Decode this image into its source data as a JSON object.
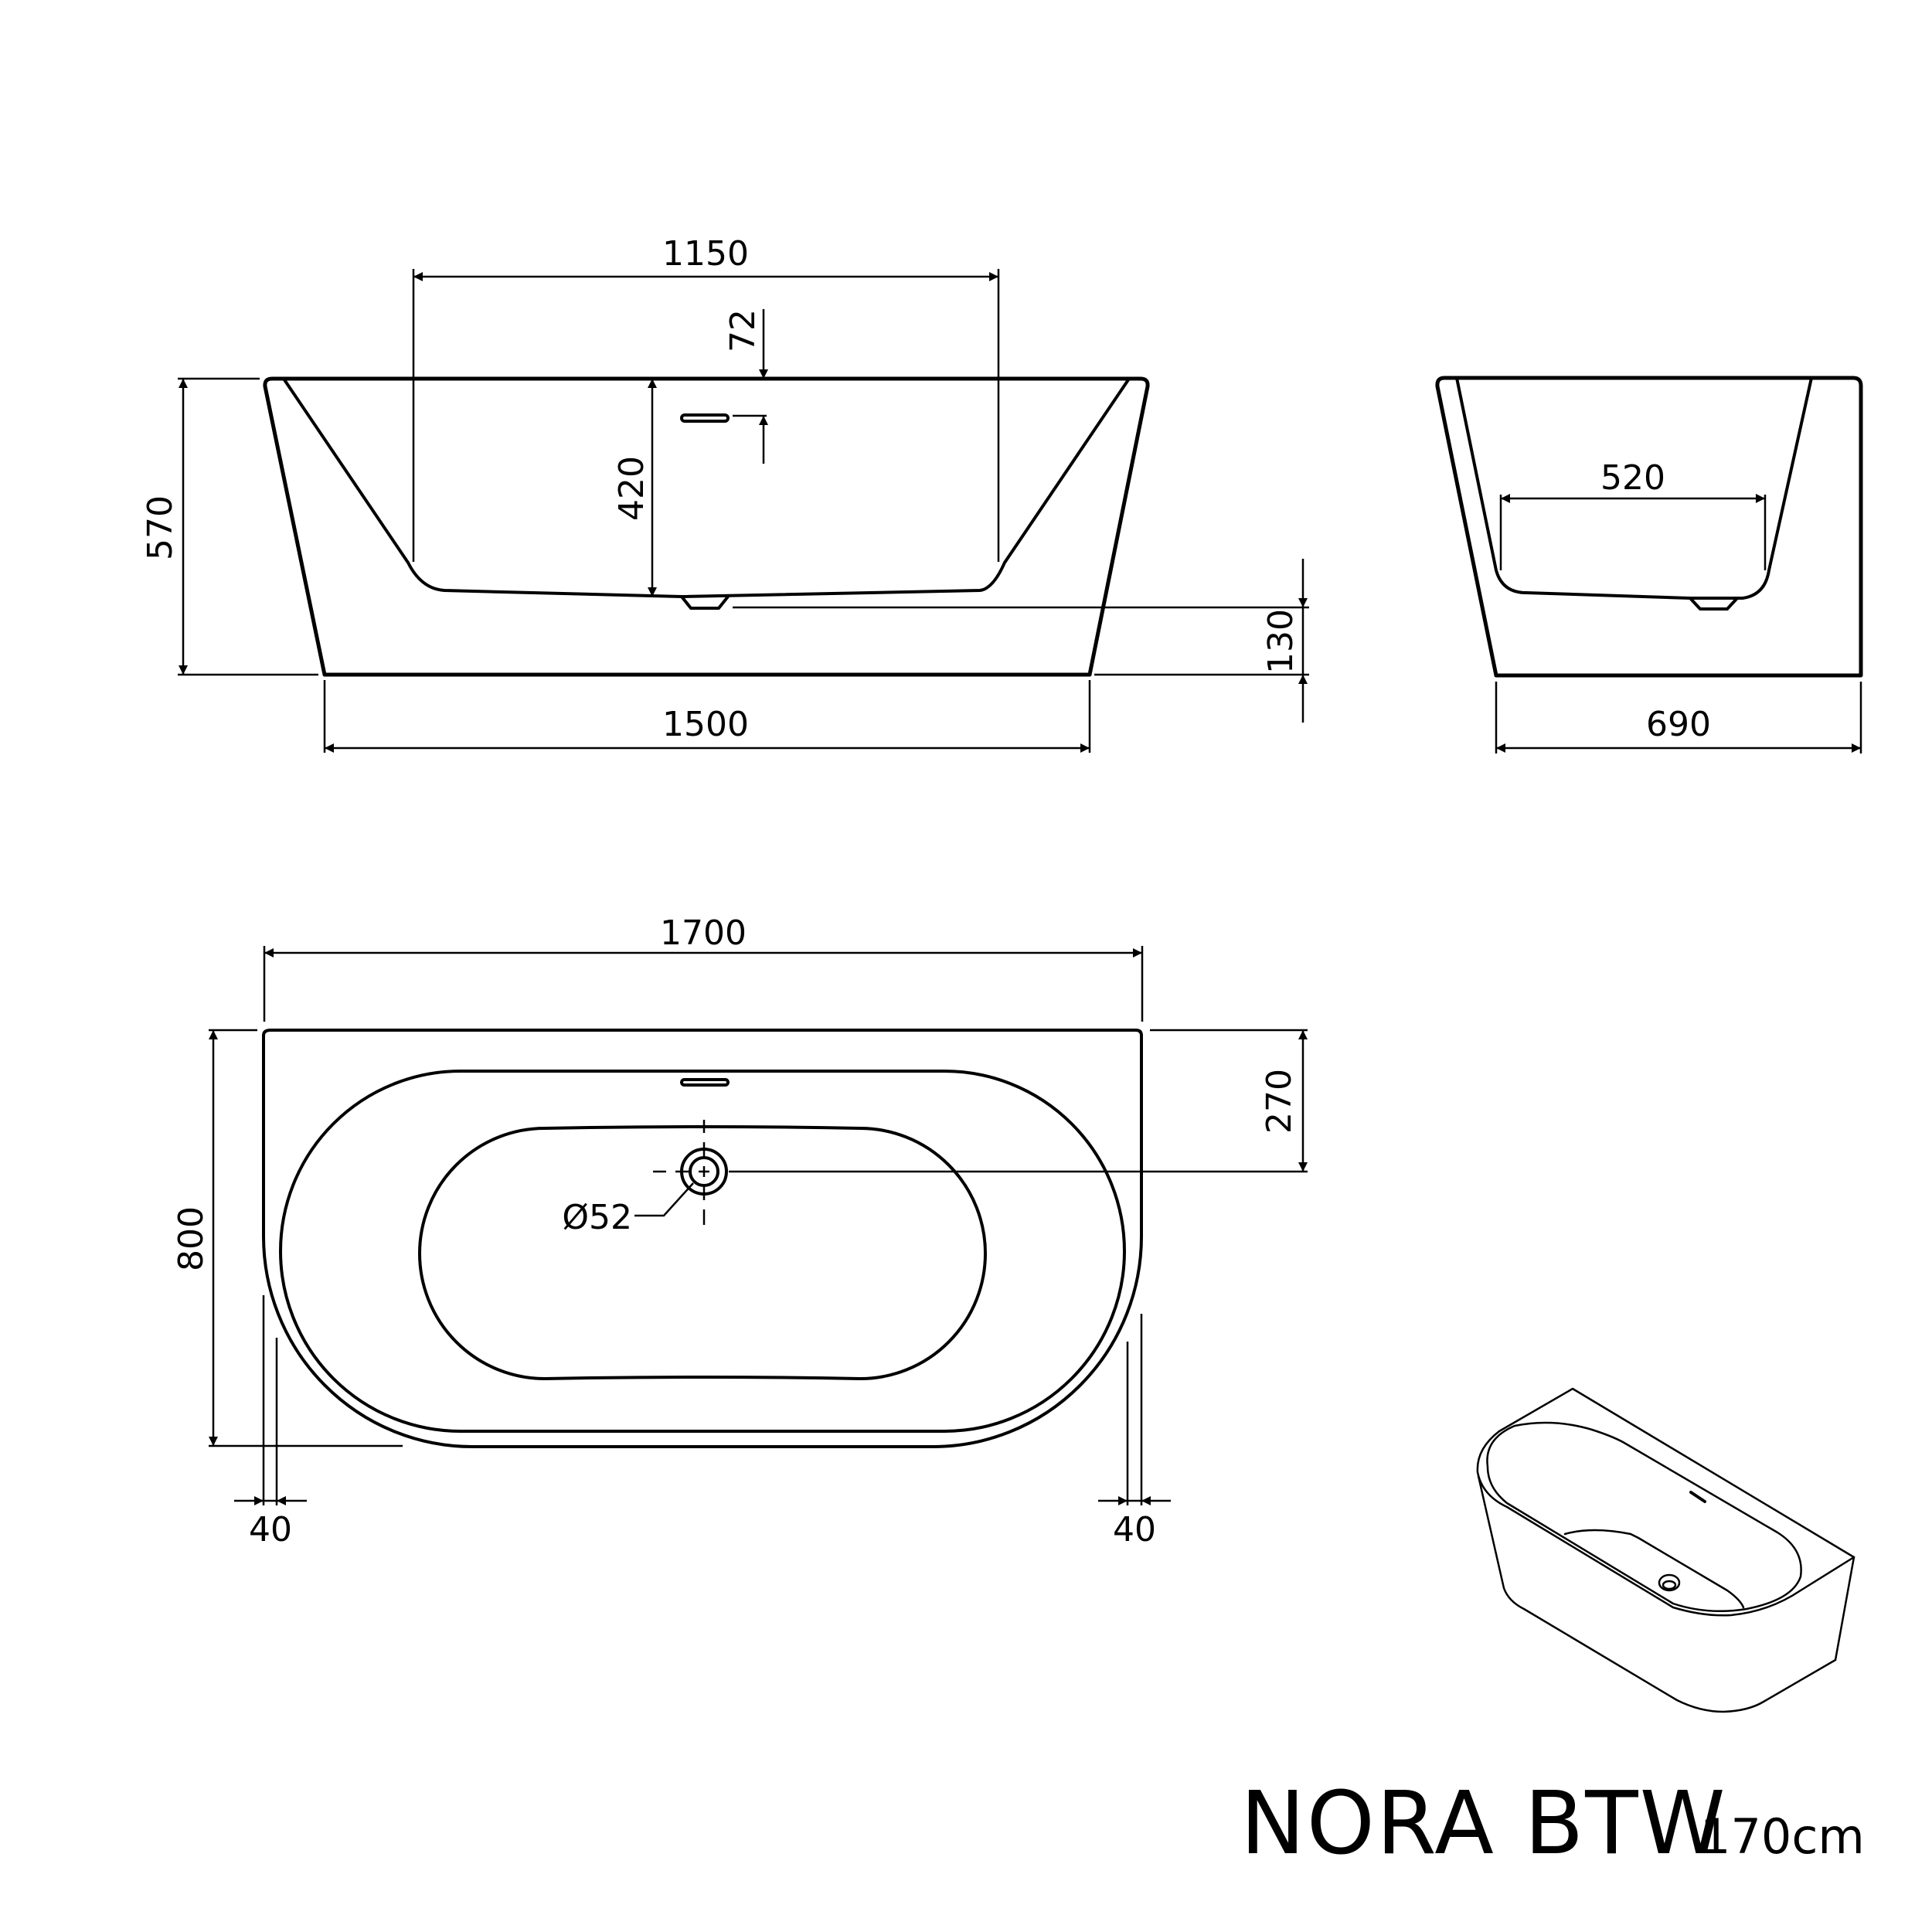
{
  "product": {
    "name": "NORA BTW",
    "size": "170cm"
  },
  "front_view": {
    "dimensions": {
      "inner_top_length": "1150",
      "overflow_depth": "72",
      "inner_depth": "420",
      "total_height": "570",
      "drain_height": "130",
      "bottom_length": "1500"
    }
  },
  "side_view": {
    "dimensions": {
      "inner_bottom_width": "520",
      "bottom_width": "690"
    }
  },
  "top_view": {
    "dimensions": {
      "total_length": "1700",
      "total_width": "800",
      "drain_offset": "270",
      "drain_diameter": "Ø52",
      "wall_left": "40",
      "wall_right": "40"
    }
  },
  "isometric_view": {
    "label": "3d-preview"
  }
}
